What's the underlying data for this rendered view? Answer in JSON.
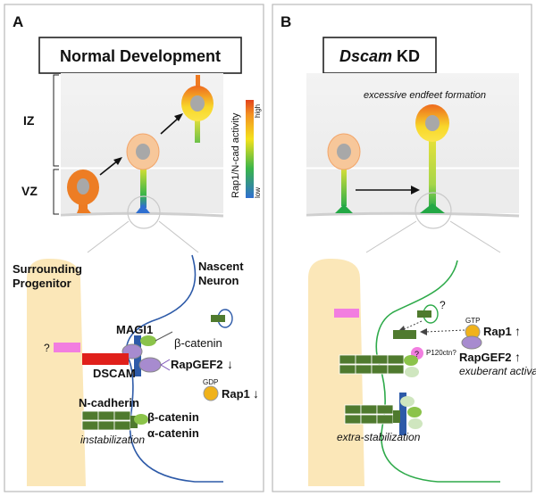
{
  "panel_a": {
    "letter": "A",
    "title": "Normal Development",
    "zone_iz": "IZ",
    "zone_vz": "VZ",
    "scale_label": "Rap1/N-cad activity",
    "scale_high": "high",
    "scale_low": "low",
    "surrounding": "Surrounding",
    "progenitor": "Progenitor",
    "nascent": "Nascent",
    "neuron": "Neuron",
    "magi1": "MAGI1",
    "beta_catenin_1": "β-catenin",
    "question": "?",
    "dscam": "DSCAM",
    "rapgef2": "RapGEF2",
    "down_arrow": "↓",
    "gdp": "GDP",
    "rap1": "Rap1",
    "ncadherin": "N-cadherin",
    "beta_catenin_2": "β-catenin",
    "alpha_catenin": "α-catenin",
    "instabilization": "instabilization"
  },
  "panel_b": {
    "letter": "B",
    "title_italic": "Dscam",
    "title_rest": " KD",
    "excessive": "excessive endfeet formation",
    "question_1": "?",
    "question_2": "?",
    "p120": "P120ctn?",
    "gtp": "GTP",
    "rap1": "Rap1",
    "rapgef2": "RapGEF2",
    "up_arrow": "↑",
    "exuberant": "exuberant activation",
    "extra": "extra-stabilization"
  },
  "colors": {
    "progenitor_fill": "#fbe7b8",
    "neuron_membrane_a": "#2d5aa8",
    "neuron_membrane_b": "#2eaa4a",
    "cadherin": "#4f7a2e",
    "dscam_red": "#e0201b",
    "magi_purple": "#b08ad8",
    "magenta_box": "#f27ee0",
    "rap1_gold": "#f0b21a"
  }
}
